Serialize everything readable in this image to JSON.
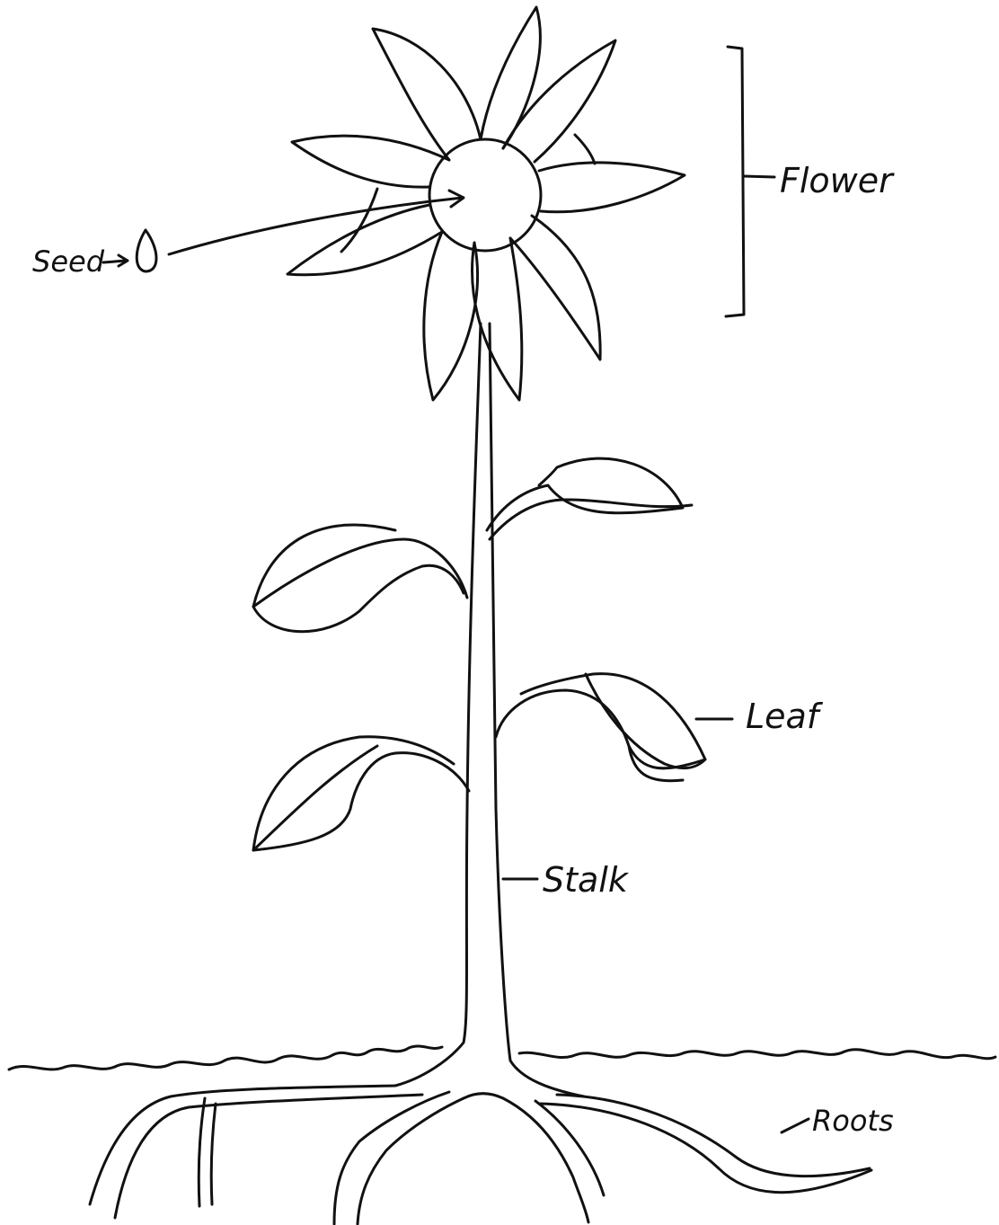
{
  "labels": {
    "seed": "Seed",
    "flower": "Flower",
    "leaf": "Leaf",
    "stalk": "Stalk",
    "roots": "Roots"
  }
}
